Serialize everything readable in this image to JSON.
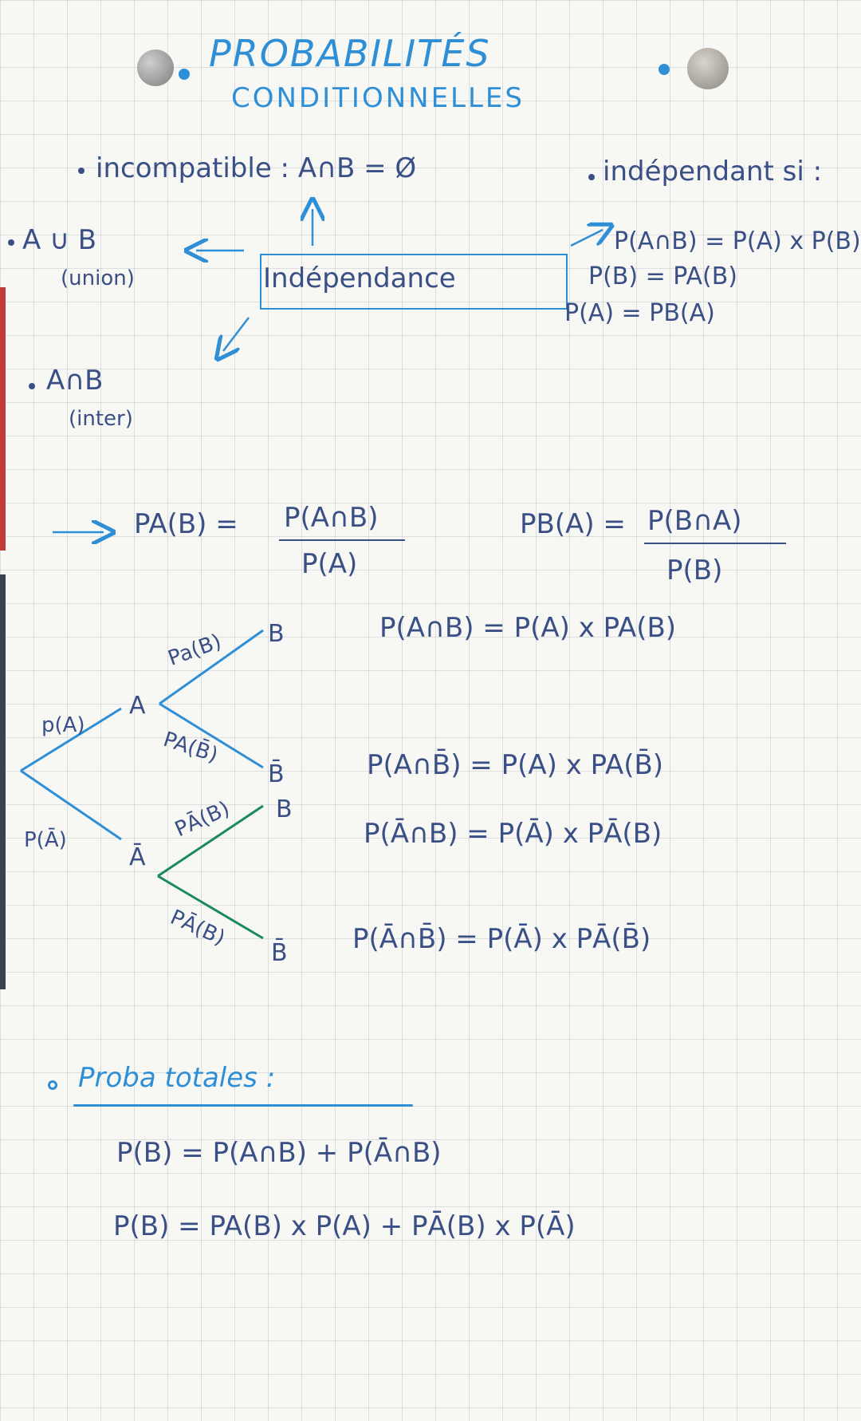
{
  "title": {
    "line1": "PROBABILITÉS",
    "line2": "CONDITIONNELLES"
  },
  "top": {
    "incompatible": "incompatible : A∩B = Ø",
    "independant_si": "indépendant si :",
    "union": "A ∪ B",
    "union_label": "(union)",
    "box_label": "Indépendance",
    "inter": "A∩B",
    "inter_label": "(inter)",
    "indep_formulas": [
      "P(A∩B) = P(A) x P(B)",
      "P(B) = PA(B)",
      "P(A) = PB(A)"
    ]
  },
  "conditional": {
    "left_lhs": "PA(B) =",
    "left_num": "P(A∩B)",
    "left_den": "P(A)",
    "right_lhs": "PB(A) =",
    "right_num": "P(B∩A)",
    "right_den": "P(B)"
  },
  "tree": {
    "root_labels": [
      "p(A)",
      "P(Ā)"
    ],
    "nodes": [
      "A",
      "Ā"
    ],
    "branch_labels": [
      "Pa(B)",
      "PA(B̄)",
      "PĀ(B)",
      "PĀ(B)"
    ],
    "leaves": [
      "B",
      "B̄",
      "B",
      "B̄"
    ],
    "formulas": [
      "P(A∩B) = P(A) x PA(B)",
      "P(A∩B̄) = P(A) x PA(B̄)",
      "P(Ā∩B) = P(Ā) x PĀ(B)",
      "P(Ā∩B̄) = P(Ā) x PĀ(B̄)"
    ]
  },
  "totales": {
    "heading": "Proba totales :",
    "formula1": "P(B) = P(A∩B) + P(Ā∩B)",
    "formula2": "P(B) = PA(B) x P(A) + PĀ(B) x P(Ā)"
  },
  "colors": {
    "blue": "#2f8fd6",
    "ink": "#3a4f86",
    "green": "#1b8a5a"
  }
}
